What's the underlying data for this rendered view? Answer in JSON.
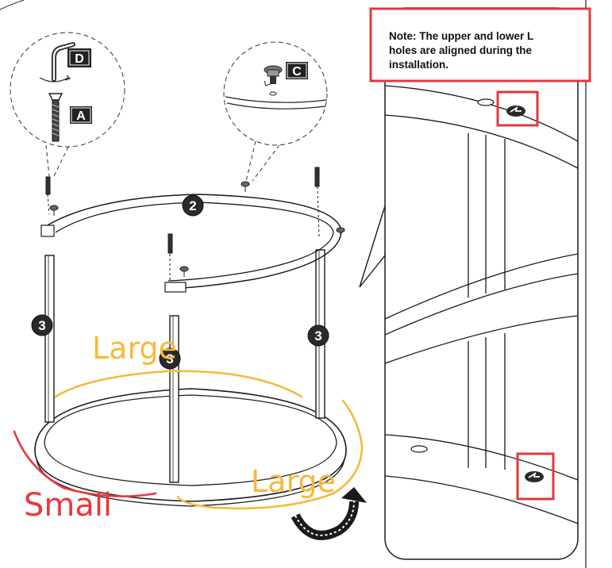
{
  "note": {
    "line1": "Note: The upper and lower L",
    "line2": "holes are aligned during the",
    "line3": "installation."
  },
  "parts": {
    "tag_d": "D",
    "tag_a": "A",
    "tag_c": "C",
    "num_2": "2",
    "num_3_left": "3",
    "num_3_middle": "3",
    "num_3_right": "3"
  },
  "annotations": {
    "large_top": "Large",
    "large_bottom": "Large",
    "small": "Small"
  },
  "colors": {
    "highlight_red": "#e0383e",
    "annotation_orange": "#f6b93b",
    "annotation_red": "#e8383d",
    "line_dark": "#1a1a1a"
  }
}
